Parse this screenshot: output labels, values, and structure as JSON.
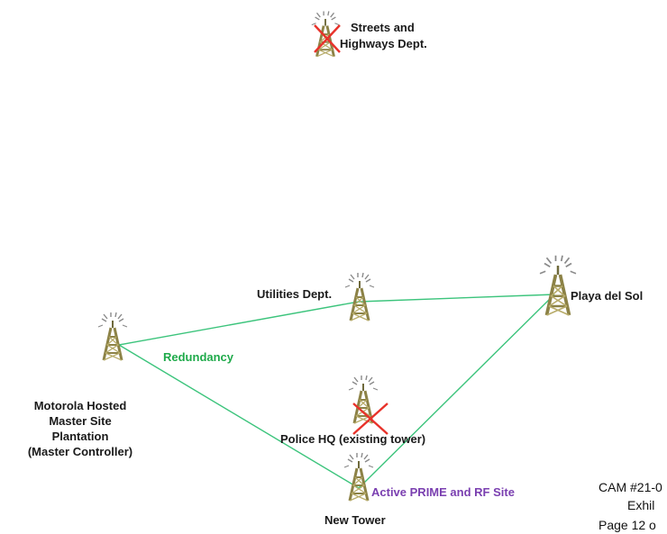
{
  "sites": {
    "streets": {
      "label_line1": "Streets and",
      "label_line2": "Highways Dept.",
      "status": "removed"
    },
    "utilities": {
      "label": "Utilities Dept."
    },
    "playa": {
      "label": "Playa del Sol"
    },
    "master": {
      "label_lines": [
        "Motorola Hosted",
        "Master Site",
        "Plantation",
        "(Master Controller)"
      ]
    },
    "police": {
      "label": "Police HQ (existing tower)",
      "status": "removed"
    },
    "new_tower": {
      "label": "New Tower"
    }
  },
  "annotations": {
    "redundancy": "Redundancy",
    "active_prime": "Active PRIME and RF Site"
  },
  "footer": {
    "cam_line": "CAM #21-0",
    "exhibit_line": "Exhil",
    "page_line": "Page 12 o"
  },
  "colors": {
    "link_line": "#3cc47c",
    "tower": "#8c8246",
    "removed_mark": "#e8322a",
    "redundancy_text": "#1faa4a",
    "active_text": "#7a3fb0"
  }
}
